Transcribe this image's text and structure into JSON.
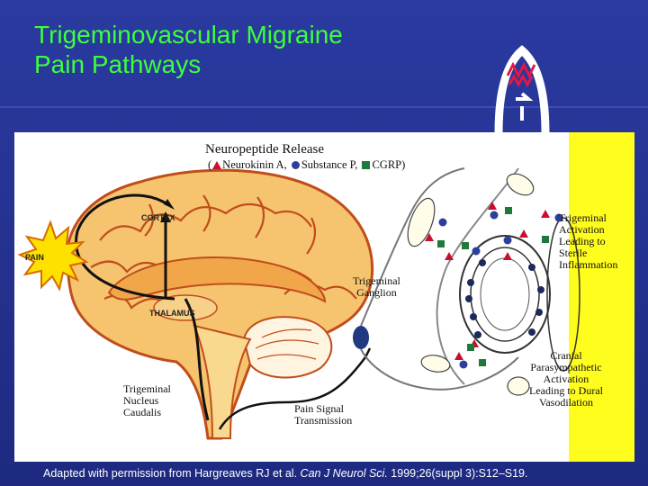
{
  "slide": {
    "title_line1": "Trigeminovascular Migraine",
    "title_line2": "Pain Pathways"
  },
  "diagram": {
    "neuropeptide_title": "Neuropeptide Release",
    "legend": {
      "neurokinin": "Neurokinin A,",
      "substance_p": "Substance P,",
      "cgrp": "CGRP)"
    },
    "labels": {
      "cortex": "CORTEX",
      "pain": "PAIN",
      "thalamus": "THALAMUS",
      "trigeminal_ganglion": [
        "Trigeminal",
        "Ganglion"
      ],
      "trigeminal_nucleus": [
        "Trigeminal",
        "Nucleus",
        "Caudalis"
      ],
      "pain_signal": [
        "Pain Signal",
        "Transmission"
      ],
      "trigeminal_activation": [
        "Trigeminal",
        "Activation",
        "Leading to",
        "Sterile",
        "Inflammation"
      ],
      "cranial_parasympathetic": [
        "Cranial",
        "Parasympathetic",
        "Activation",
        "Leading to Dural",
        "Vasodilation"
      ]
    },
    "colors": {
      "neurokinin": "#c8102e",
      "substance_p": "#2b3f9a",
      "cgrp": "#1f7a3a",
      "title_green": "#3cff3c",
      "side_band": "#fffd1e"
    }
  },
  "footer": {
    "prefix": "Adapted with permission from Hargreaves RJ et al. ",
    "journal": "Can J Neurol Sci.",
    "citation": " 1999;26(suppl 3):S12–S19."
  }
}
